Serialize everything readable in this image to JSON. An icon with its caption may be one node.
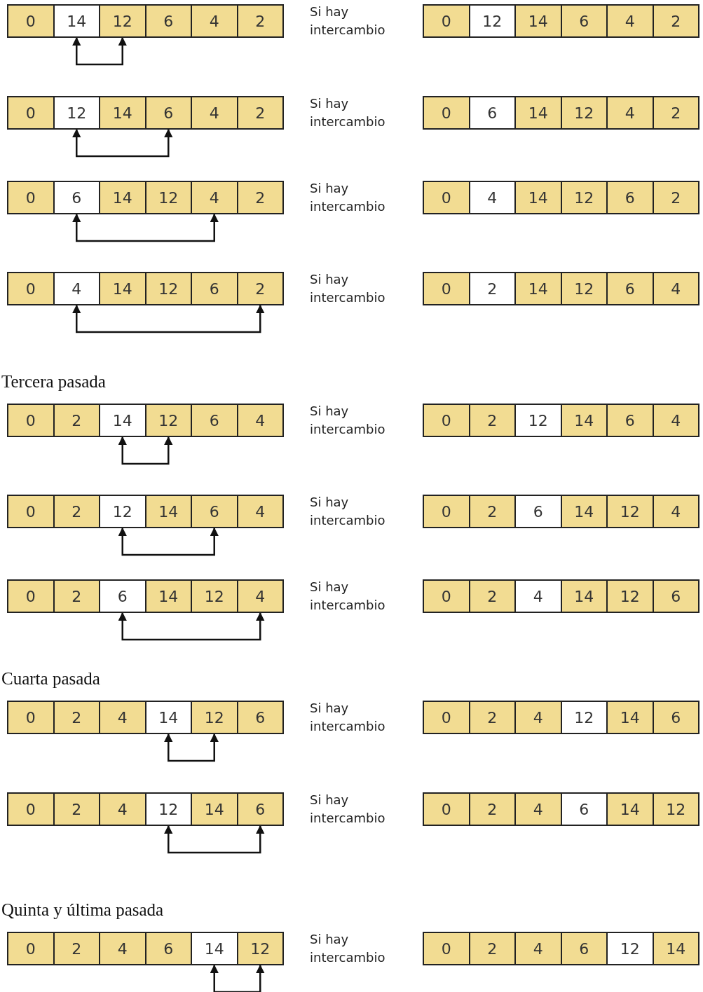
{
  "diagram": {
    "nodes": [
      {
        "text": [
          "0"
        ]
      },
      {
        "text": [
          "14"
        ]
      },
      {
        "text": [
          "12"
        ]
      },
      {
        "text": [
          "6"
        ]
      },
      {
        "text": [
          "4"
        ]
      },
      {
        "text": [
          "2"
        ]
      },
      {
        "text": [
          "0"
        ]
      },
      {
        "text": [
          "12"
        ]
      },
      {
        "text": [
          "14"
        ]
      },
      {
        "text": [
          "6"
        ]
      },
      {
        "text": [
          "4"
        ]
      },
      {
        "text": [
          "2"
        ]
      },
      {
        "text": [
          "0"
        ]
      },
      {
        "text": [
          "12"
        ]
      },
      {
        "text": [
          "14"
        ]
      },
      {
        "text": [
          "6"
        ]
      },
      {
        "text": [
          "4"
        ]
      },
      {
        "text": [
          "2"
        ]
      },
      {
        "text": [
          "0"
        ]
      },
      {
        "text": [
          "6"
        ]
      },
      {
        "text": [
          "14"
        ]
      },
      {
        "text": [
          "12"
        ]
      },
      {
        "text": [
          "4"
        ]
      },
      {
        "text": [
          "2"
        ]
      },
      {
        "text": [
          "0"
        ]
      },
      {
        "text": [
          "6"
        ]
      },
      {
        "text": [
          "14"
        ]
      },
      {
        "text": [
          "12"
        ]
      },
      {
        "text": [
          "4"
        ]
      },
      {
        "text": [
          "2"
        ]
      },
      {
        "text": [
          "0"
        ]
      },
      {
        "text": [
          "4"
        ]
      },
      {
        "text": [
          "14"
        ]
      },
      {
        "text": [
          "12"
        ]
      },
      {
        "text": [
          "6"
        ]
      },
      {
        "text": [
          "2"
        ]
      },
      {
        "text": [
          "0"
        ]
      },
      {
        "text": [
          "4"
        ]
      },
      {
        "text": [
          "14"
        ]
      },
      {
        "text": [
          "12"
        ]
      },
      {
        "text": [
          "6"
        ]
      },
      {
        "text": [
          "2"
        ]
      },
      {
        "text": [
          "0"
        ]
      },
      {
        "text": [
          "2"
        ]
      },
      {
        "text": [
          "14"
        ]
      },
      {
        "text": [
          "12"
        ]
      },
      {
        "text": [
          "6"
        ]
      },
      {
        "text": [
          "4"
        ]
      },
      {
        "text": [
          "0"
        ]
      },
      {
        "text": [
          "2"
        ]
      },
      {
        "text": [
          "14"
        ]
      },
      {
        "text": [
          "12"
        ]
      },
      {
        "text": [
          "6"
        ]
      },
      {
        "text": [
          "4"
        ]
      },
      {
        "text": [
          "0"
        ]
      },
      {
        "text": [
          "2"
        ]
      },
      {
        "text": [
          "12"
        ]
      },
      {
        "text": [
          "14"
        ]
      },
      {
        "text": [
          "6"
        ]
      },
      {
        "text": [
          "4"
        ]
      },
      {
        "text": [
          "0"
        ]
      },
      {
        "text": [
          "2"
        ]
      },
      {
        "text": [
          "12"
        ]
      },
      {
        "text": [
          "14"
        ]
      },
      {
        "text": [
          "6"
        ]
      },
      {
        "text": [
          "4"
        ]
      },
      {
        "text": [
          "0"
        ]
      },
      {
        "text": [
          "2"
        ]
      },
      {
        "text": [
          "6"
        ]
      },
      {
        "text": [
          "14"
        ]
      },
      {
        "text": [
          "12"
        ]
      },
      {
        "text": [
          "4"
        ]
      },
      {
        "text": [
          "0"
        ]
      },
      {
        "text": [
          "2"
        ]
      },
      {
        "text": [
          "6"
        ]
      },
      {
        "text": [
          "14"
        ]
      },
      {
        "text": [
          "12"
        ]
      },
      {
        "text": [
          "4"
        ]
      },
      {
        "text": [
          "0"
        ]
      },
      {
        "text": [
          "2"
        ]
      },
      {
        "text": [
          "4"
        ]
      },
      {
        "text": [
          "14"
        ]
      },
      {
        "text": [
          "12"
        ]
      },
      {
        "text": [
          "6"
        ]
      },
      {
        "text": [
          "0"
        ]
      },
      {
        "text": [
          "2"
        ]
      },
      {
        "text": [
          "4"
        ]
      },
      {
        "text": [
          "14"
        ]
      },
      {
        "text": [
          "12"
        ]
      },
      {
        "text": [
          "6"
        ]
      },
      {
        "text": [
          "0"
        ]
      },
      {
        "text": [
          "2"
        ]
      },
      {
        "text": [
          "4"
        ]
      },
      {
        "text": [
          "12"
        ]
      },
      {
        "text": [
          "14"
        ]
      },
      {
        "text": [
          "6"
        ]
      },
      {
        "text": [
          "0"
        ]
      },
      {
        "text": [
          "2"
        ]
      },
      {
        "text": [
          "4"
        ]
      },
      {
        "text": [
          "12"
        ]
      },
      {
        "text": [
          "14"
        ]
      },
      {
        "text": [
          "6"
        ]
      },
      {
        "text": [
          "0"
        ]
      },
      {
        "text": [
          "2"
        ]
      },
      {
        "text": [
          "4"
        ]
      },
      {
        "text": [
          "6"
        ]
      },
      {
        "text": [
          "14"
        ]
      },
      {
        "text": [
          "12"
        ]
      },
      {
        "text": [
          "0"
        ]
      },
      {
        "text": [
          "2"
        ]
      },
      {
        "text": [
          "4"
        ]
      },
      {
        "text": [
          "6"
        ]
      },
      {
        "text": [
          "14"
        ]
      },
      {
        "text": [
          "12"
        ]
      },
      {
        "text": [
          "0"
        ]
      },
      {
        "text": [
          "2"
        ]
      },
      {
        "text": [
          "4"
        ]
      },
      {
        "text": [
          "6"
        ]
      },
      {
        "text": [
          "12"
        ]
      },
      {
        "text": [
          "14"
        ]
      }
    ],
    "edges": [
      {
        "from": 1,
        "to": 2,
        "arrow": "both"
      },
      {
        "from": 13,
        "to": 15,
        "arrow": "both"
      },
      {
        "from": 25,
        "to": 28,
        "arrow": "both"
      },
      {
        "from": 37,
        "to": 41,
        "arrow": "both"
      },
      {
        "from": 50,
        "to": 51,
        "arrow": "both"
      },
      {
        "from": 62,
        "to": 64,
        "arrow": "both"
      },
      {
        "from": 74,
        "to": 77,
        "arrow": "both"
      },
      {
        "from": 87,
        "to": 88,
        "arrow": "both"
      },
      {
        "from": 99,
        "to": 101,
        "arrow": "both"
      },
      {
        "from": 112,
        "to": 113,
        "arrow": "both"
      }
    ],
    "labels": [
      "Si hay intercambio",
      "Si hay intercambio",
      "Si hay intercambio",
      "Si hay intercambio",
      "Tercera pasada",
      "Si hay intercambio",
      "Si hay intercambio",
      "Si hay intercambio",
      "Cuarta pasada",
      "Si hay intercambio",
      "Si hay intercambio",
      "Quinta y última pasada",
      "Si hay intercambio"
    ]
  }
}
